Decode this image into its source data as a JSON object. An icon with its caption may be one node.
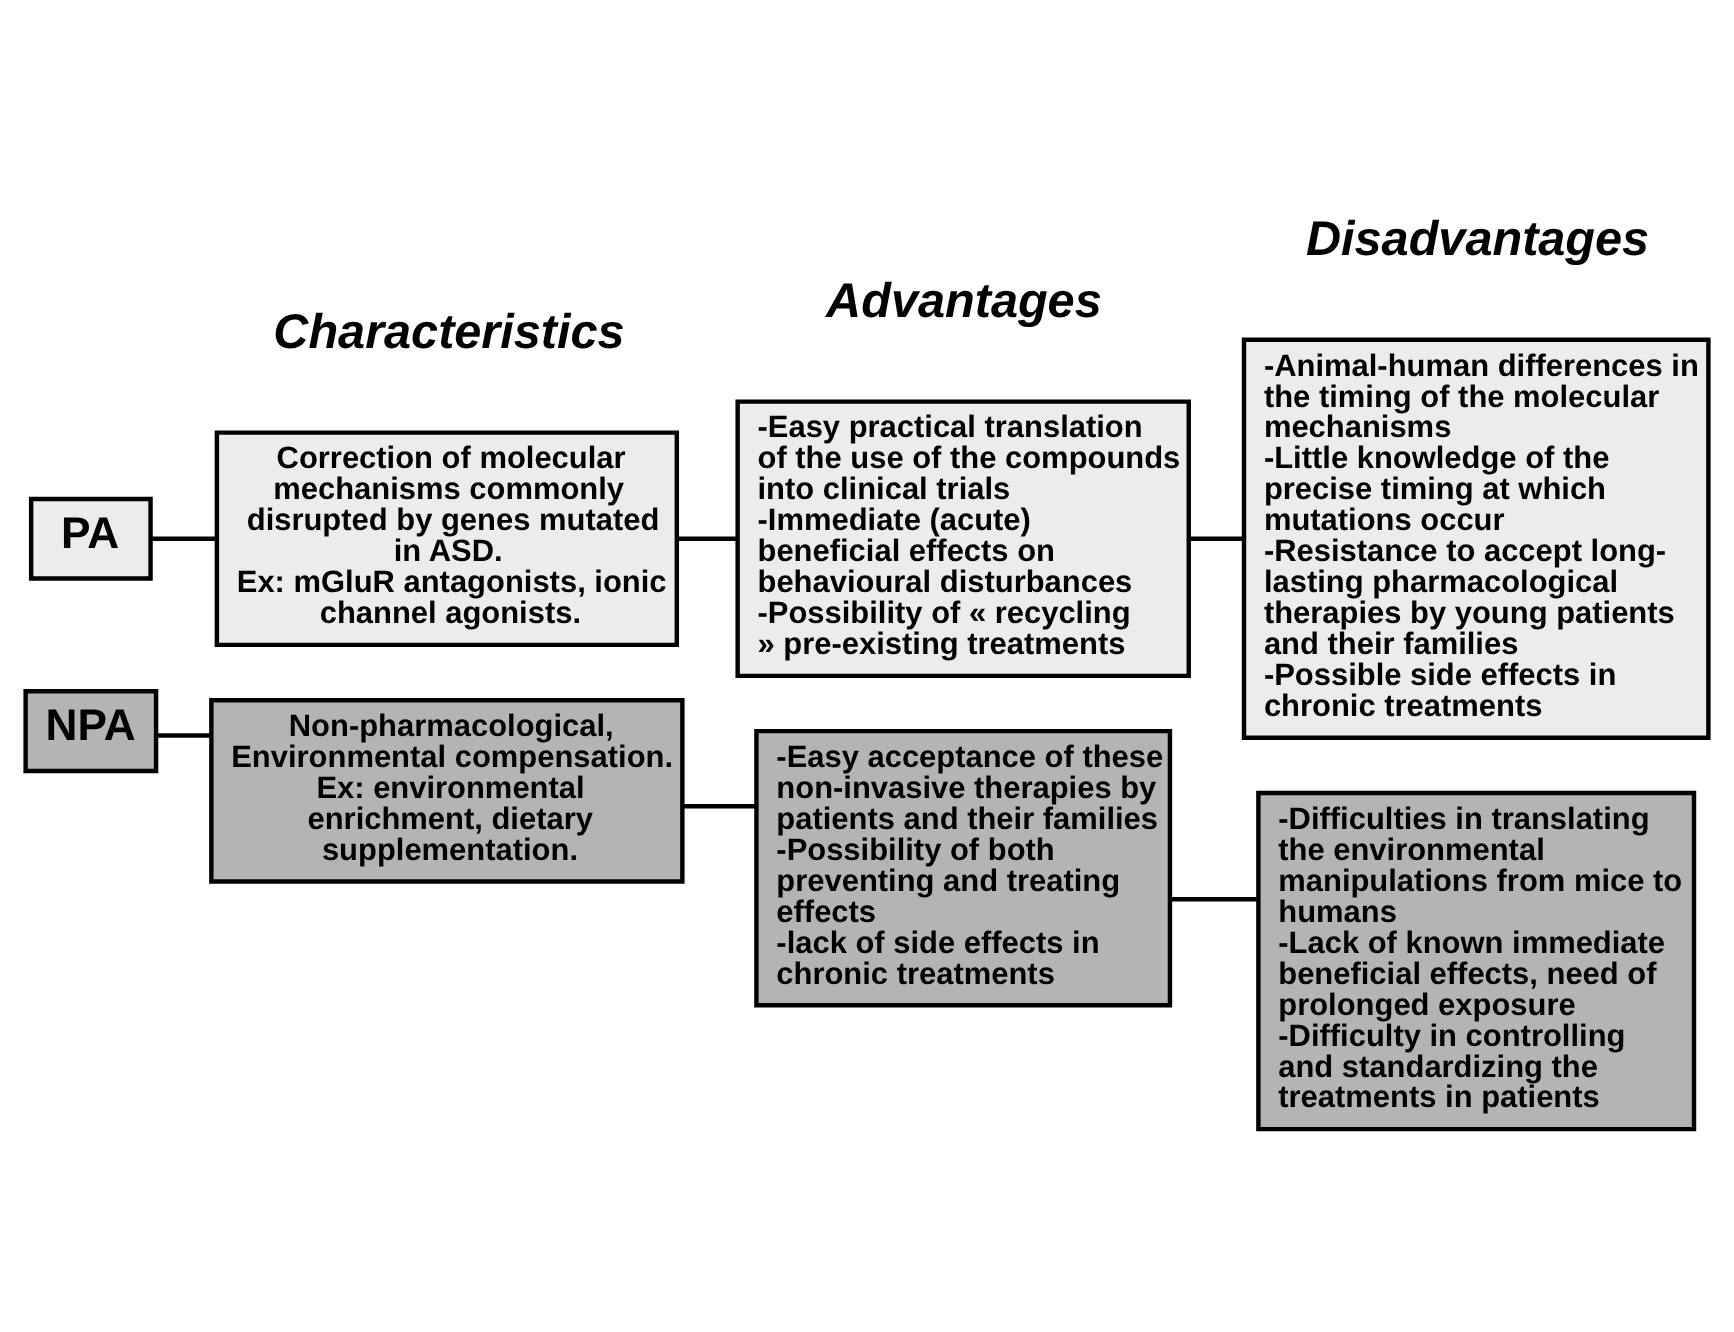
{
  "diagram": {
    "nodes": [
      {
        "text": [
          "PA"
        ]
      },
      {
        "text": [
          "Correction of molecular mechanisms commonly disrupted by genes mutated in ASD.",
          "Ex: mGluR antagonists, ionic channel agonists."
        ]
      },
      {
        "text": [
          "-Easy practical translation of the use of the compounds into clinical trials",
          "-Immediate (acute) beneficial effects on behavioural disturbances",
          "-Possibility of « recycling » pre-existing treatments"
        ]
      },
      {
        "text": [
          "-Animal-human differences in the timing of the molecular mechanisms",
          "-Little knowledge of the precise timing at which mutations occur",
          "-Resistance to accept long-lasting pharmacological therapies by young patients and their families",
          "-Possible side effects in chronic treatments"
        ]
      },
      {
        "text": [
          "NPA"
        ]
      },
      {
        "text": [
          "Non-pharmacological, Environmental compensation.",
          "Ex: environmental enrichment, dietary supplementation."
        ]
      },
      {
        "text": [
          "-Easy acceptance of these non-invasive therapies by patients and their families",
          "-Possibility of both preventing and treating effects",
          "-lack of side effects in chronic treatments"
        ]
      },
      {
        "text": [
          "-Difficulties in translating the environmental manipulations from mice to humans",
          "-Lack of known immediate beneficial effects, need of prolonged exposure",
          "-Difficulty in controlling and standardizing the treatments in patients"
        ]
      }
    ],
    "edges": [
      {
        "from": 0,
        "to": 1,
        "arrow": "none"
      },
      {
        "from": 1,
        "to": 2,
        "arrow": "none"
      },
      {
        "from": 2,
        "to": 3,
        "arrow": "none"
      },
      {
        "from": 4,
        "to": 5,
        "arrow": "none"
      },
      {
        "from": 5,
        "to": 6,
        "arrow": "none"
      },
      {
        "from": 6,
        "to": 7,
        "arrow": "none"
      }
    ],
    "labels": [
      "Characteristics",
      "Advantages",
      "Disadvantages"
    ]
  }
}
